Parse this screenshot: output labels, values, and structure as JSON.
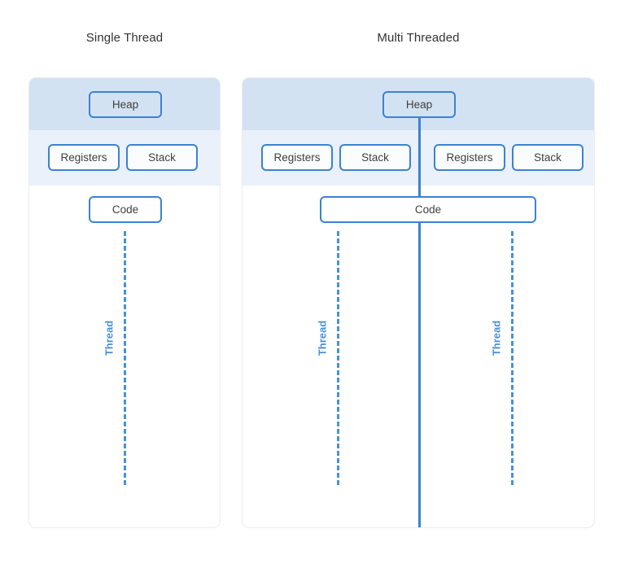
{
  "diagram": {
    "title_single": "Single Thread",
    "title_multi": "Multi Threaded",
    "labels": {
      "heap": "Heap",
      "registers": "Registers",
      "stack": "Stack",
      "code": "Code",
      "thread": "Thread"
    },
    "colors": {
      "box_border": "#3b82d4",
      "thread_line": "#4a90d9",
      "band_heap": "#d3e2f3",
      "band_registers": "#eaf1fb",
      "panel_border": "#ececec",
      "title_text": "#333333",
      "box_text": "#3f3f3f"
    },
    "single_thread": {
      "heap": "Heap",
      "registers": "Registers",
      "stack": "Stack",
      "code": "Code",
      "threads": [
        {
          "label": "Thread"
        }
      ]
    },
    "multi_threaded": {
      "heap": "Heap",
      "code": "Code",
      "threads": [
        {
          "registers": "Registers",
          "stack": "Stack",
          "label": "Thread"
        },
        {
          "registers": "Registers",
          "stack": "Stack",
          "label": "Thread"
        }
      ]
    }
  }
}
